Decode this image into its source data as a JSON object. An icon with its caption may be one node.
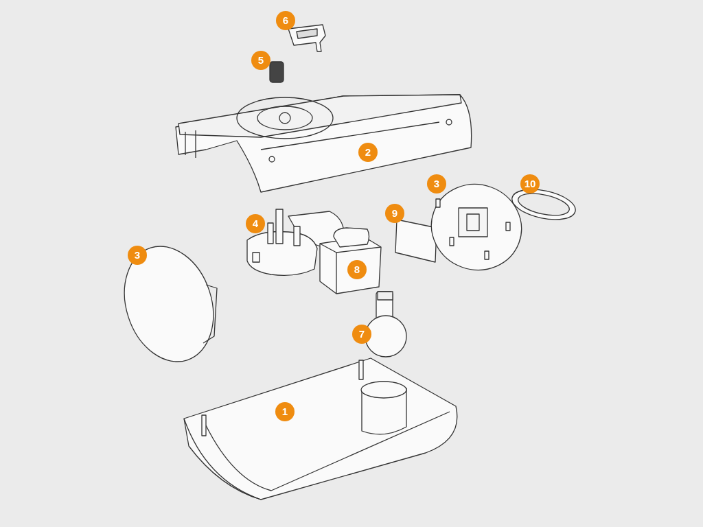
{
  "diagram": {
    "labels": [
      "6",
      "5",
      "2",
      "3",
      "10",
      "9",
      "4",
      "3",
      "8",
      "7",
      "1"
    ]
  }
}
